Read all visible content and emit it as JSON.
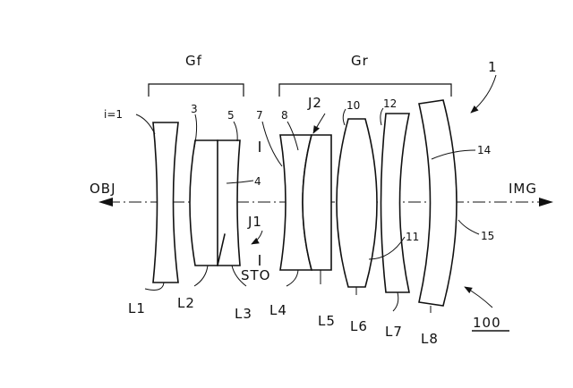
{
  "labels": {
    "system_ref": "1",
    "unit_ref": "100",
    "obj": "OBJ",
    "img": "IMG",
    "group_front": "Gf",
    "group_rear": "Gr",
    "surface_first": "i=1",
    "s3": "3",
    "s4": "4",
    "s5": "5",
    "s7": "7",
    "s8": "8",
    "s10": "10",
    "s11": "11",
    "s12": "12",
    "s14": "14",
    "s15": "15",
    "junction1": "J1",
    "junction2": "J2",
    "stop": "STO",
    "l1": "L1",
    "l2": "L2",
    "l3": "L3",
    "l4": "L4",
    "l5": "L5",
    "l6": "L6",
    "l7": "L7",
    "l8": "L8"
  }
}
